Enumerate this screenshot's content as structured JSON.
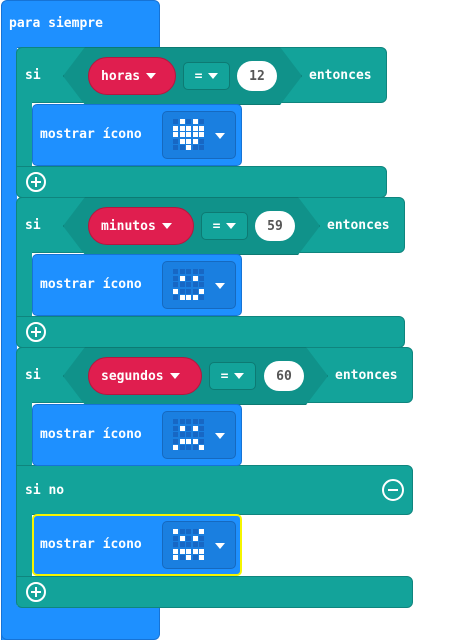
{
  "forever": {
    "label": "para siempre"
  },
  "if_blocks": [
    {
      "if_label": "si",
      "variable": "horas",
      "operator": "=",
      "value": "12",
      "then_label": "entonces",
      "icon_label": "mostrar ícono",
      "icon_name": "heart-icon"
    },
    {
      "if_label": "si",
      "variable": "minutos",
      "operator": "=",
      "value": "59",
      "then_label": "entonces",
      "icon_label": "mostrar ícono",
      "icon_name": "happy-face-icon"
    },
    {
      "if_label": "si",
      "variable": "segundos",
      "operator": "=",
      "value": "60",
      "then_label": "entonces",
      "icon_label": "mostrar ícono",
      "icon_name": "sad-face-icon",
      "else_label": "si no",
      "else_icon_label": "mostrar ícono",
      "else_icon_name": "angry-face-icon"
    }
  ],
  "colors": {
    "loop_blue": "#1e90ff",
    "logic_teal": "#13a39a",
    "variable_red": "#e01e4f",
    "selection_yellow": "#f5f500"
  }
}
